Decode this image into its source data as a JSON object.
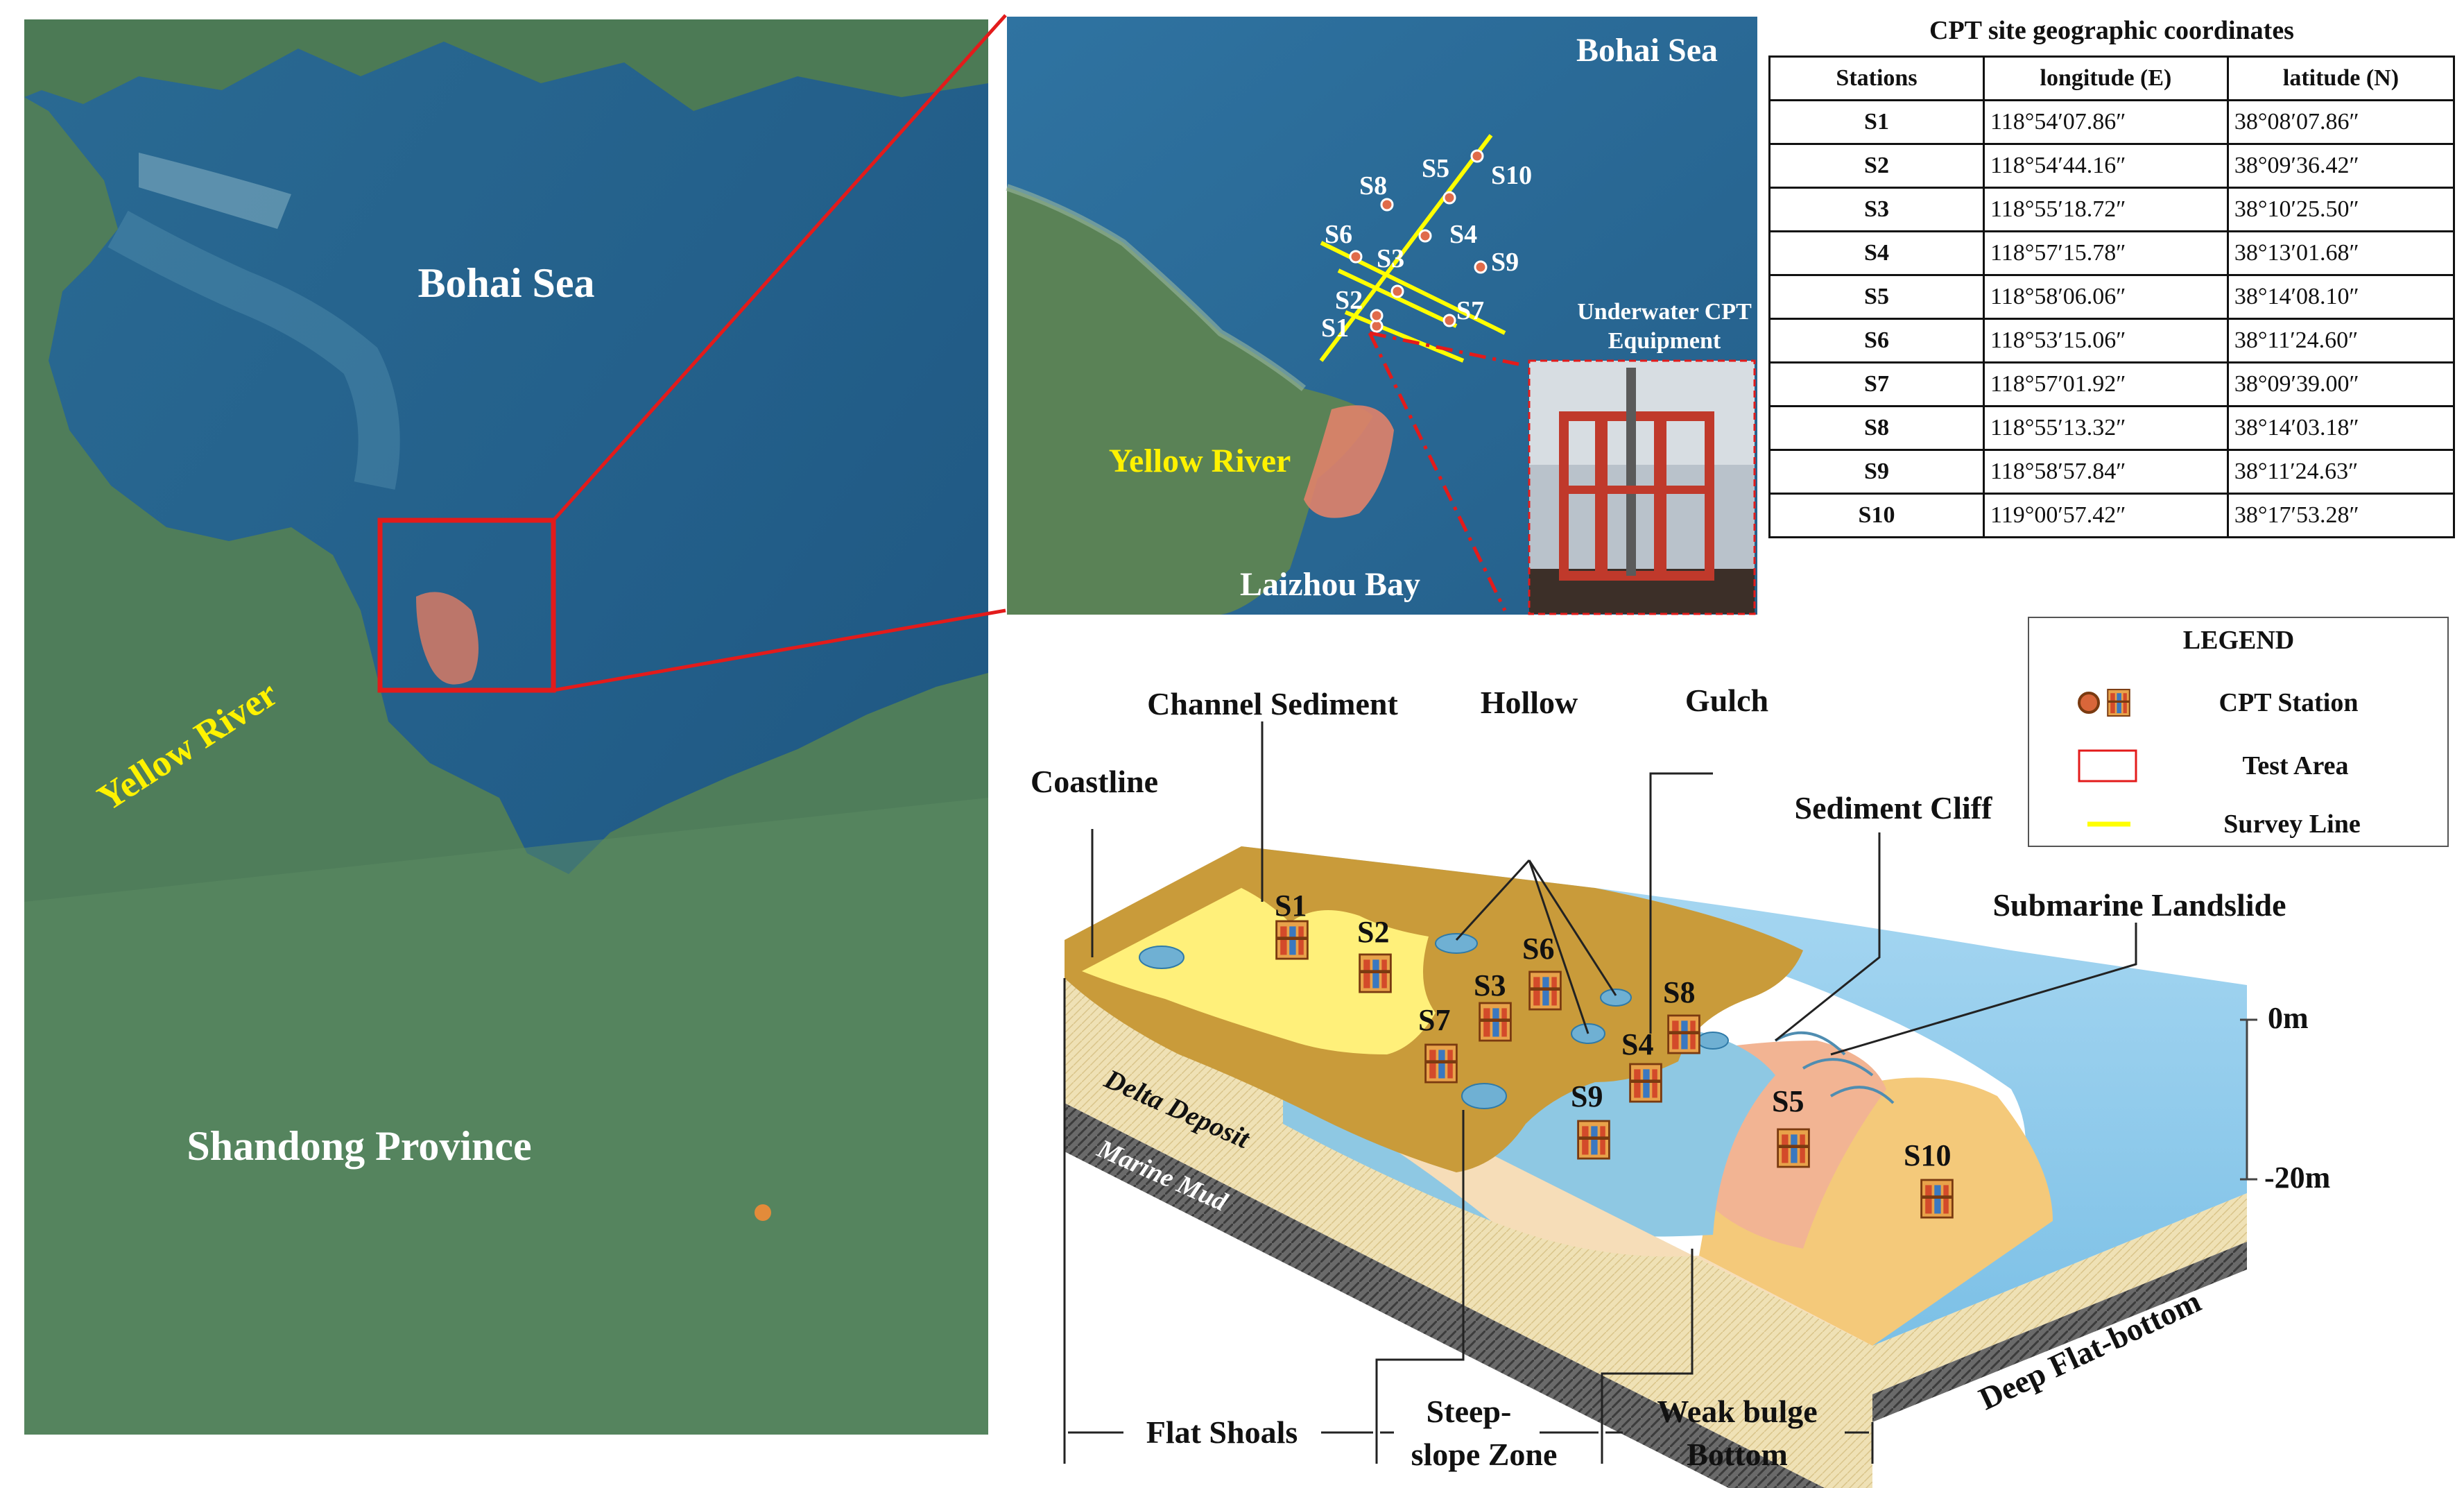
{
  "map": {
    "labels": {
      "bohai_sea": "Bohai Sea",
      "yellow_river": "Yellow River",
      "shandong": "Shandong Province"
    },
    "colors": {
      "zoom_box": "#e31b1b",
      "survey_line": "#ffff00",
      "label_yellow": "#fff200"
    }
  },
  "inset": {
    "labels": {
      "bohai_sea": "Bohai Sea",
      "yellow_river": "Yellow River",
      "laizhou_bay": "Laizhou Bay",
      "equipment_line1": "Underwater CPT",
      "equipment_line2": "Equipment"
    },
    "stations": [
      "S1",
      "S2",
      "S3",
      "S4",
      "S5",
      "S6",
      "S7",
      "S8",
      "S9",
      "S10"
    ]
  },
  "table": {
    "title": "CPT site geographic coordinates",
    "headers": [
      "Stations",
      "longitude (E)",
      "latitude (N)"
    ],
    "rows": [
      {
        "station": "S1",
        "lon": "118°54′07.86″",
        "lat": "38°08′07.86″"
      },
      {
        "station": "S2",
        "lon": "118°54′44.16″",
        "lat": "38°09′36.42″"
      },
      {
        "station": "S3",
        "lon": "118°55′18.72″",
        "lat": "38°10′25.50″"
      },
      {
        "station": "S4",
        "lon": "118°57′15.78″",
        "lat": "38°13′01.68″"
      },
      {
        "station": "S5",
        "lon": "118°58′06.06″",
        "lat": "38°14′08.10″"
      },
      {
        "station": "S6",
        "lon": "118°53′15.06″",
        "lat": "38°11′24.60″"
      },
      {
        "station": "S7",
        "lon": "118°57′01.92″",
        "lat": "38°09′39.00″"
      },
      {
        "station": "S8",
        "lon": "118°55′13.32″",
        "lat": "38°14′03.18″"
      },
      {
        "station": "S9",
        "lon": "118°58′57.84″",
        "lat": "38°11′24.63″"
      },
      {
        "station": "S10",
        "lon": "119°00′57.42″",
        "lat": "38°17′53.28″"
      }
    ]
  },
  "legend": {
    "title": "LEGEND",
    "items": [
      "CPT Station",
      "Test Area",
      "Survey Line"
    ]
  },
  "block": {
    "callouts": {
      "channel_sediment": "Channel Sediment",
      "hollow": "Hollow",
      "gulch": "Gulch",
      "coastline": "Coastline",
      "sediment_cliff": "Sediment Cliff",
      "submarine_landslide": "Submarine Landslide"
    },
    "depth": {
      "top": "0m",
      "bottom": "-20m"
    },
    "layers": {
      "delta_deposit": "Delta Deposit",
      "marine_mud": "Marine Mud"
    },
    "zones": {
      "flat_shoals": "Flat Shoals",
      "steep_line1": "Steep-",
      "steep_line2": "slope Zone",
      "weak_line1": "Weak bulge",
      "weak_line2": "Bottom",
      "deep_flat": "Deep Flat-bottom"
    },
    "stations": [
      "S1",
      "S2",
      "S3",
      "S4",
      "S5",
      "S6",
      "S7",
      "S8",
      "S9",
      "S10"
    ]
  }
}
